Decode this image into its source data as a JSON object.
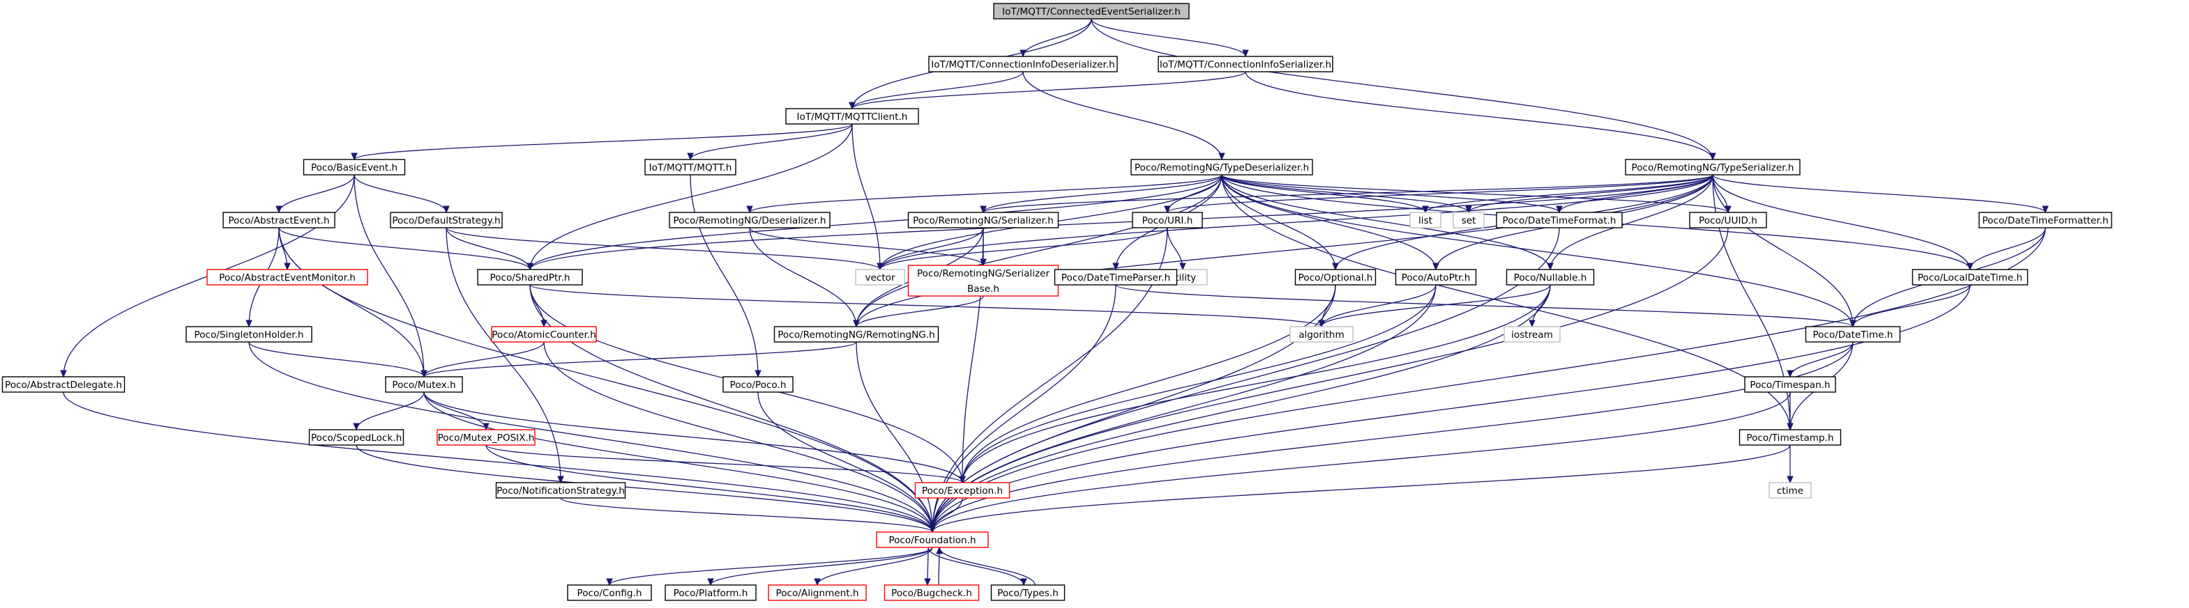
{
  "graph": {
    "nodes": [
      {
        "id": "root",
        "label": "IoT/MQTT/ConnectedEventSerializer.h",
        "style": "root"
      },
      {
        "id": "cid",
        "label": "IoT/MQTT/ConnectionInfoDeserializer.h",
        "style": "normal"
      },
      {
        "id": "cis",
        "label": "IoT/MQTT/ConnectionInfoSerializer.h",
        "style": "normal"
      },
      {
        "id": "mqttclient",
        "label": "IoT/MQTT/MQTTClient.h",
        "style": "normal"
      },
      {
        "id": "typeser",
        "label": "Poco/RemotingNG/TypeSerializer.h",
        "style": "normal"
      },
      {
        "id": "basicevent",
        "label": "Poco/BasicEvent.h",
        "style": "normal"
      },
      {
        "id": "mqtth",
        "label": "IoT/MQTT/MQTT.h",
        "style": "normal"
      },
      {
        "id": "typedeser",
        "label": "Poco/RemotingNG/TypeDeserializer.h",
        "style": "normal"
      },
      {
        "id": "abstractevent",
        "label": "Poco/AbstractEvent.h",
        "style": "normal"
      },
      {
        "id": "defaultstrategy",
        "label": "Poco/DefaultStrategy.h",
        "style": "normal"
      },
      {
        "id": "rngdeser",
        "label": "Poco/RemotingNG/Deserializer.h",
        "style": "normal"
      },
      {
        "id": "rngser",
        "label": "Poco/RemotingNG/Serializer.h",
        "style": "normal"
      },
      {
        "id": "uri",
        "label": "Poco/URI.h",
        "style": "normal"
      },
      {
        "id": "list",
        "label": "list",
        "style": "external"
      },
      {
        "id": "set",
        "label": "set",
        "style": "external"
      },
      {
        "id": "dtformat",
        "label": "Poco/DateTimeFormat.h",
        "style": "normal"
      },
      {
        "id": "uuid",
        "label": "Poco/UUID.h",
        "style": "normal"
      },
      {
        "id": "dtformatter",
        "label": "Poco/DateTimeFormatter.h",
        "style": "normal"
      },
      {
        "id": "aemonitor",
        "label": "Poco/AbstractEventMonitor.h",
        "style": "missing"
      },
      {
        "id": "vector",
        "label": "vector",
        "style": "external"
      },
      {
        "id": "sharedptr",
        "label": "Poco/SharedPtr.h",
        "style": "normal"
      },
      {
        "id": "serbase_a",
        "label": "Poco/RemotingNG/Serializer",
        "style": "missing"
      },
      {
        "id": "serbase_b",
        "label": "Base.h",
        "style": "missing"
      },
      {
        "id": "utility",
        "label": "utility",
        "style": "external"
      },
      {
        "id": "dtparser",
        "label": "Poco/DateTimeParser.h",
        "style": "normal"
      },
      {
        "id": "optional",
        "label": "Poco/Optional.h",
        "style": "normal"
      },
      {
        "id": "autoptr",
        "label": "Poco/AutoPtr.h",
        "style": "normal"
      },
      {
        "id": "nullable",
        "label": "Poco/Nullable.h",
        "style": "normal"
      },
      {
        "id": "localdt",
        "label": "Poco/LocalDateTime.h",
        "style": "normal"
      },
      {
        "id": "singleton",
        "label": "Poco/SingletonHolder.h",
        "style": "normal"
      },
      {
        "id": "atomic",
        "label": "Poco/AtomicCounter.h",
        "style": "missing"
      },
      {
        "id": "algorithm",
        "label": "algorithm",
        "style": "external"
      },
      {
        "id": "iostream",
        "label": "iostream",
        "style": "external"
      },
      {
        "id": "remotingng",
        "label": "Poco/RemotingNG/RemotingNG.h",
        "style": "normal"
      },
      {
        "id": "datetime",
        "label": "Poco/DateTime.h",
        "style": "normal"
      },
      {
        "id": "abstractdelegate",
        "label": "Poco/AbstractDelegate.h",
        "style": "normal"
      },
      {
        "id": "mutex",
        "label": "Poco/Mutex.h",
        "style": "normal"
      },
      {
        "id": "pocoh",
        "label": "Poco/Poco.h",
        "style": "normal"
      },
      {
        "id": "timespan",
        "label": "Poco/Timespan.h",
        "style": "normal"
      },
      {
        "id": "scopedlock",
        "label": "Poco/ScopedLock.h",
        "style": "normal"
      },
      {
        "id": "mutexposix",
        "label": "Poco/Mutex_POSIX.h",
        "style": "missing"
      },
      {
        "id": "timestamp",
        "label": "Poco/Timestamp.h",
        "style": "normal"
      },
      {
        "id": "notification",
        "label": "Poco/NotificationStrategy.h",
        "style": "normal"
      },
      {
        "id": "exception",
        "label": "Poco/Exception.h",
        "style": "missing"
      },
      {
        "id": "ctime",
        "label": "ctime",
        "style": "external"
      },
      {
        "id": "foundation",
        "label": "Poco/Foundation.h",
        "style": "missing"
      },
      {
        "id": "config",
        "label": "Poco/Config.h",
        "style": "normal"
      },
      {
        "id": "platform",
        "label": "Poco/Platform.h",
        "style": "normal"
      },
      {
        "id": "alignment",
        "label": "Poco/Alignment.h",
        "style": "missing"
      },
      {
        "id": "bugcheck",
        "label": "Poco/Bugcheck.h",
        "style": "missing"
      },
      {
        "id": "types",
        "label": "Poco/Types.h",
        "style": "normal"
      }
    ],
    "edges": [
      [
        "root",
        "cid"
      ],
      [
        "root",
        "cis"
      ],
      [
        "root",
        "mqttclient"
      ],
      [
        "root",
        "typeser"
      ],
      [
        "cid",
        "mqttclient"
      ],
      [
        "cid",
        "typedeser"
      ],
      [
        "cis",
        "mqttclient"
      ],
      [
        "cis",
        "typeser"
      ],
      [
        "mqttclient",
        "basicevent"
      ],
      [
        "mqttclient",
        "mqtth"
      ],
      [
        "mqttclient",
        "vector"
      ],
      [
        "mqttclient",
        "sharedptr"
      ],
      [
        "basicevent",
        "abstractevent"
      ],
      [
        "basicevent",
        "defaultstrategy"
      ],
      [
        "basicevent",
        "abstractdelegate"
      ],
      [
        "basicevent",
        "mutex"
      ],
      [
        "abstractevent",
        "aemonitor"
      ],
      [
        "abstractevent",
        "sharedptr"
      ],
      [
        "abstractevent",
        "singleton"
      ],
      [
        "abstractevent",
        "mutex"
      ],
      [
        "abstractevent",
        "foundation"
      ],
      [
        "defaultstrategy",
        "sharedptr"
      ],
      [
        "defaultstrategy",
        "vector"
      ],
      [
        "defaultstrategy",
        "notification"
      ],
      [
        "mqtth",
        "pocoh"
      ],
      [
        "typedeser",
        "rngdeser"
      ],
      [
        "typedeser",
        "rngser"
      ],
      [
        "typedeser",
        "uri"
      ],
      [
        "typedeser",
        "list"
      ],
      [
        "typedeser",
        "set"
      ],
      [
        "typedeser",
        "dtformat"
      ],
      [
        "typedeser",
        "uuid"
      ],
      [
        "typedeser",
        "vector"
      ],
      [
        "typedeser",
        "sharedptr"
      ],
      [
        "typedeser",
        "dtparser"
      ],
      [
        "typedeser",
        "optional"
      ],
      [
        "typedeser",
        "autoptr"
      ],
      [
        "typedeser",
        "nullable"
      ],
      [
        "typedeser",
        "localdt"
      ],
      [
        "typedeser",
        "datetime"
      ],
      [
        "typedeser",
        "timestamp"
      ],
      [
        "typedeser",
        "remotingng"
      ],
      [
        "typeser",
        "rngser"
      ],
      [
        "typeser",
        "uri"
      ],
      [
        "typeser",
        "list"
      ],
      [
        "typeser",
        "set"
      ],
      [
        "typeser",
        "dtformat"
      ],
      [
        "typeser",
        "uuid"
      ],
      [
        "typeser",
        "dtformatter"
      ],
      [
        "typeser",
        "vector"
      ],
      [
        "typeser",
        "sharedptr"
      ],
      [
        "typeser",
        "optional"
      ],
      [
        "typeser",
        "autoptr"
      ],
      [
        "typeser",
        "nullable"
      ],
      [
        "typeser",
        "localdt"
      ],
      [
        "typeser",
        "datetime"
      ],
      [
        "typeser",
        "timestamp"
      ],
      [
        "typeser",
        "remotingng"
      ],
      [
        "rngdeser",
        "serbase_b"
      ],
      [
        "rngdeser",
        "remotingng"
      ],
      [
        "rngser",
        "serbase_b"
      ],
      [
        "rngser",
        "remotingng"
      ],
      [
        "rngser",
        "exception"
      ],
      [
        "rngser",
        "vector"
      ],
      [
        "serbase_b",
        "remotingng"
      ],
      [
        "uri",
        "vector"
      ],
      [
        "uri",
        "utility"
      ],
      [
        "uri",
        "foundation"
      ],
      [
        "dtformat",
        "foundation"
      ],
      [
        "uuid",
        "foundation"
      ],
      [
        "dtformatter",
        "localdt"
      ],
      [
        "dtformatter",
        "datetime"
      ],
      [
        "dtformatter",
        "foundation"
      ],
      [
        "sharedptr",
        "atomic"
      ],
      [
        "sharedptr",
        "algorithm"
      ],
      [
        "sharedptr",
        "exception"
      ],
      [
        "sharedptr",
        "foundation"
      ],
      [
        "atomic",
        "mutex"
      ],
      [
        "atomic",
        "foundation"
      ],
      [
        "singleton",
        "mutex"
      ],
      [
        "singleton",
        "foundation"
      ],
      [
        "dtparser",
        "datetime"
      ],
      [
        "dtparser",
        "foundation"
      ],
      [
        "optional",
        "algorithm"
      ],
      [
        "optional",
        "exception"
      ],
      [
        "optional",
        "foundation"
      ],
      [
        "autoptr",
        "algorithm"
      ],
      [
        "autoptr",
        "exception"
      ],
      [
        "autoptr",
        "foundation"
      ],
      [
        "nullable",
        "algorithm"
      ],
      [
        "nullable",
        "iostream"
      ],
      [
        "nullable",
        "exception"
      ],
      [
        "nullable",
        "foundation"
      ],
      [
        "localdt",
        "datetime"
      ],
      [
        "localdt",
        "foundation"
      ],
      [
        "remotingng",
        "mutex"
      ],
      [
        "remotingng",
        "foundation"
      ],
      [
        "datetime",
        "timespan"
      ],
      [
        "datetime",
        "timestamp"
      ],
      [
        "datetime",
        "foundation"
      ],
      [
        "timespan",
        "timestamp"
      ],
      [
        "timespan",
        "foundation"
      ],
      [
        "timestamp",
        "ctime"
      ],
      [
        "timestamp",
        "foundation"
      ],
      [
        "abstractdelegate",
        "foundation"
      ],
      [
        "mutex",
        "scopedlock"
      ],
      [
        "mutex",
        "mutexposix"
      ],
      [
        "mutex",
        "exception"
      ],
      [
        "mutex",
        "foundation"
      ],
      [
        "scopedlock",
        "foundation"
      ],
      [
        "mutexposix",
        "exception"
      ],
      [
        "mutexposix",
        "foundation"
      ],
      [
        "notification",
        "foundation"
      ],
      [
        "pocoh",
        "foundation"
      ],
      [
        "exception",
        "foundation"
      ],
      [
        "foundation",
        "config"
      ],
      [
        "foundation",
        "platform"
      ],
      [
        "foundation",
        "alignment"
      ],
      [
        "foundation",
        "bugcheck"
      ],
      [
        "foundation",
        "types"
      ],
      [
        "bugcheck",
        "foundation"
      ],
      [
        "types",
        "foundation"
      ]
    ]
  },
  "colors": {
    "edge": "#191970",
    "normal_border": "#000000",
    "missing_border": "#ff0000",
    "external_border": "#bfbfbf",
    "root_fill": "#bfbfbf"
  }
}
